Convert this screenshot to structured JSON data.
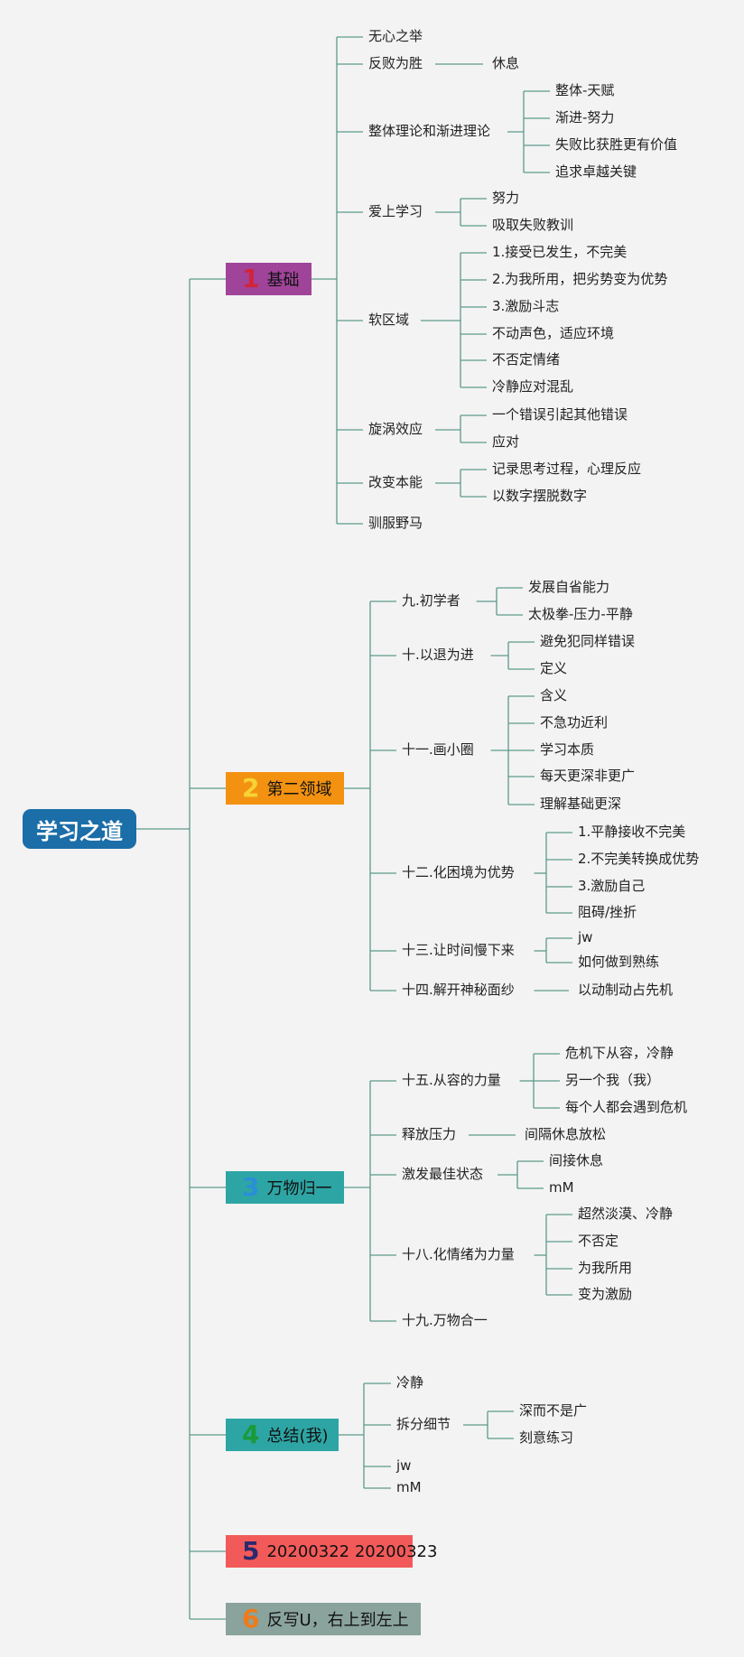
{
  "root": {
    "label": "学习之道",
    "color": "#1b6ea8"
  },
  "line_color": "#5d9a8c",
  "branches": [
    {
      "num": "1",
      "label": "基础",
      "color": "#a0449a",
      "num_color": "#d1243b",
      "children": [
        {
          "label": "无心之举"
        },
        {
          "label": "反败为胜",
          "children": [
            {
              "label": "休息"
            }
          ]
        },
        {
          "label": "整体理论和渐进理论",
          "children": [
            {
              "label": "整体-天赋"
            },
            {
              "label": "渐进-努力"
            },
            {
              "label": "失败比获胜更有价值"
            },
            {
              "label": "追求卓越关键"
            }
          ]
        },
        {
          "label": "爱上学习",
          "children": [
            {
              "label": "努力"
            },
            {
              "label": "吸取失败教训"
            }
          ]
        },
        {
          "label": "软区域",
          "children": [
            {
              "label": "1.接受已发生，不完美"
            },
            {
              "label": "2.为我所用，把劣势变为优势"
            },
            {
              "label": "3.激励斗志"
            },
            {
              "label": "不动声色，适应环境"
            },
            {
              "label": "不否定情绪"
            },
            {
              "label": "冷静应对混乱"
            }
          ]
        },
        {
          "label": "旋涡效应",
          "children": [
            {
              "label": "一个错误引起其他错误"
            },
            {
              "label": "应对"
            }
          ]
        },
        {
          "label": "改变本能",
          "children": [
            {
              "label": "记录思考过程，心理反应"
            },
            {
              "label": "以数字摆脱数字"
            }
          ]
        },
        {
          "label": "驯服野马"
        }
      ]
    },
    {
      "num": "2",
      "label": "第二领域",
      "color": "#f39211",
      "num_color": "#f7d335",
      "children": [
        {
          "label": "九.初学者",
          "children": [
            {
              "label": "发展自省能力"
            },
            {
              "label": "太极拳-压力-平静"
            }
          ]
        },
        {
          "label": "十.以退为进",
          "children": [
            {
              "label": "避免犯同样错误"
            },
            {
              "label": "定义"
            }
          ]
        },
        {
          "label": "十一.画小圈",
          "children": [
            {
              "label": "含义"
            },
            {
              "label": "不急功近利"
            },
            {
              "label": "学习本质"
            },
            {
              "label": "每天更深非更广"
            },
            {
              "label": "理解基础更深"
            }
          ]
        },
        {
          "label": "十二.化困境为优势",
          "children": [
            {
              "label": "1.平静接收不完美"
            },
            {
              "label": "2.不完美转换成优势"
            },
            {
              "label": "3.激励自己"
            },
            {
              "label": "阻碍/挫折"
            }
          ]
        },
        {
          "label": "十三.让时间慢下来",
          "children": [
            {
              "label": "jw"
            },
            {
              "label": "如何做到熟练"
            }
          ]
        },
        {
          "label": "十四.解开神秘面纱",
          "children": [
            {
              "label": "以动制动占先机"
            }
          ]
        }
      ]
    },
    {
      "num": "3",
      "label": "万物归一",
      "color": "#2da5a4",
      "num_color": "#2b8fd6",
      "children": [
        {
          "label": "十五.从容的力量",
          "children": [
            {
              "label": "危机下从容，冷静"
            },
            {
              "label": "另一个我（我）"
            },
            {
              "label": "每个人都会遇到危机"
            }
          ]
        },
        {
          "label": "释放压力",
          "children": [
            {
              "label": "间隔休息放松"
            }
          ]
        },
        {
          "label": "激发最佳状态",
          "children": [
            {
              "label": "间接休息"
            },
            {
              "label": "mM"
            }
          ]
        },
        {
          "label": "十八.化情绪为力量",
          "children": [
            {
              "label": "超然淡漠、冷静"
            },
            {
              "label": "不否定"
            },
            {
              "label": "为我所用"
            },
            {
              "label": "变为激励"
            }
          ]
        },
        {
          "label": "十九.万物合一"
        }
      ]
    },
    {
      "num": "4",
      "label": "总结(我)",
      "color": "#2da5a4",
      "num_color": "#1a9a3a",
      "children": [
        {
          "label": "冷静"
        },
        {
          "label": "拆分细节",
          "children": [
            {
              "label": "深而不是广"
            },
            {
              "label": "刻意练习"
            }
          ]
        },
        {
          "label": "jw"
        },
        {
          "label": "mM"
        }
      ]
    },
    {
      "num": "5",
      "label": "20200322 20200323",
      "color": "#f25a5a",
      "num_color": "#2a2a6e",
      "children": []
    },
    {
      "num": "6",
      "label": "反写U，右上到左上",
      "color": "#8aa39c",
      "num_color": "#f07a1a",
      "children": []
    }
  ]
}
